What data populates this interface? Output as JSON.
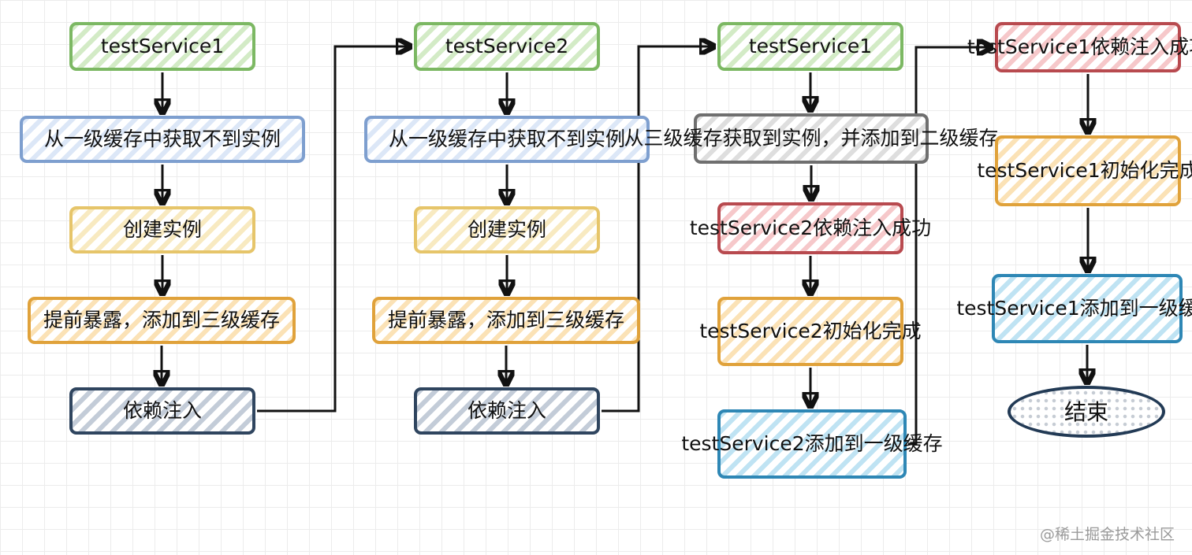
{
  "nodes": [
    {
      "id": "c1-n1",
      "lines": [
        "testService1"
      ],
      "color": "green"
    },
    {
      "id": "c1-n2",
      "lines": [
        "从一级缓存中获取不到实例"
      ],
      "color": "blue"
    },
    {
      "id": "c1-n3",
      "lines": [
        "创建实例"
      ],
      "color": "yellow"
    },
    {
      "id": "c1-n4",
      "lines": [
        "提前暴露，添加到三级缓存"
      ],
      "color": "orange"
    },
    {
      "id": "c1-n5",
      "lines": [
        "依赖注入"
      ],
      "color": "navy"
    },
    {
      "id": "c2-n1",
      "lines": [
        "testService2"
      ],
      "color": "green"
    },
    {
      "id": "c2-n2",
      "lines": [
        "从一级缓存中获取不到实例"
      ],
      "color": "blue"
    },
    {
      "id": "c2-n3",
      "lines": [
        "创建实例"
      ],
      "color": "yellow"
    },
    {
      "id": "c2-n4",
      "lines": [
        "提前暴露，添加到三级缓存"
      ],
      "color": "orange"
    },
    {
      "id": "c2-n5",
      "lines": [
        "依赖注入"
      ],
      "color": "navy"
    },
    {
      "id": "c3-n1",
      "lines": [
        "testService1"
      ],
      "color": "green"
    },
    {
      "id": "c3-n2",
      "lines": [
        "从三级缓存获取到实",
        "例，并添加到二级缓存"
      ],
      "color": "gray"
    },
    {
      "id": "c3-n3",
      "lines": [
        "testService2依赖",
        "注入成功"
      ],
      "color": "red"
    },
    {
      "id": "c3-n4",
      "lines": [
        "testService2",
        "初始化完成"
      ],
      "color": "orange"
    },
    {
      "id": "c3-n5",
      "lines": [
        "testService2",
        "添加到一级缓存"
      ],
      "color": "cyan"
    },
    {
      "id": "c4-n1",
      "lines": [
        "testService1依赖",
        "注入成功"
      ],
      "color": "red"
    },
    {
      "id": "c4-n2",
      "lines": [
        "testService1",
        "初始化完成"
      ],
      "color": "orange"
    },
    {
      "id": "c4-n3",
      "lines": [
        "testService1",
        "添加到一级缓存"
      ],
      "color": "cyan"
    },
    {
      "id": "c4-n4",
      "lines": [
        "结束"
      ],
      "color": "ellipse"
    }
  ],
  "edges": [
    [
      "c1-n1",
      "c1-n2"
    ],
    [
      "c1-n2",
      "c1-n3"
    ],
    [
      "c1-n3",
      "c1-n4"
    ],
    [
      "c1-n4",
      "c1-n5"
    ],
    [
      "c1-n5",
      "c2-n1"
    ],
    [
      "c2-n1",
      "c2-n2"
    ],
    [
      "c2-n2",
      "c2-n3"
    ],
    [
      "c2-n3",
      "c2-n4"
    ],
    [
      "c2-n4",
      "c2-n5"
    ],
    [
      "c2-n5",
      "c3-n1"
    ],
    [
      "c3-n1",
      "c3-n2"
    ],
    [
      "c3-n2",
      "c3-n3"
    ],
    [
      "c3-n3",
      "c3-n4"
    ],
    [
      "c3-n4",
      "c3-n5"
    ],
    [
      "c3-n5",
      "c4-n1"
    ],
    [
      "c4-n1",
      "c4-n2"
    ],
    [
      "c4-n2",
      "c4-n3"
    ],
    [
      "c4-n3",
      "c4-n4"
    ]
  ],
  "watermark": "@稀土掘金技术社区"
}
